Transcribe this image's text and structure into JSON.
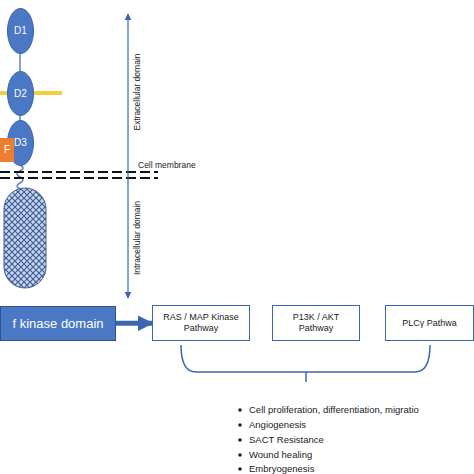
{
  "diagram": {
    "nodes": [
      {
        "text": [
          "D1"
        ]
      },
      {
        "text": [
          "D2"
        ]
      },
      {
        "text": [
          "D3"
        ]
      },
      {
        "text": [
          "F"
        ]
      },
      {
        "text": [
          "f kinase domain"
        ]
      },
      {
        "text": [
          "RAS / MAP Kinase Pathway"
        ]
      },
      {
        "text": [
          "P13K / AKT Pathway"
        ]
      },
      {
        "text": [
          "PLCγ Pathwa"
        ]
      }
    ],
    "edges": [
      {
        "from": 4,
        "to": 5,
        "arrow": "to"
      }
    ],
    "labels": [
      "Extracellular domain",
      "Intracellular domain",
      "Cell membrane",
      "Cell proliferation, differentiation, migratio",
      "Angiogenesis",
      "SACT Resistance",
      "Wound healing",
      "Embryogenesis"
    ]
  }
}
